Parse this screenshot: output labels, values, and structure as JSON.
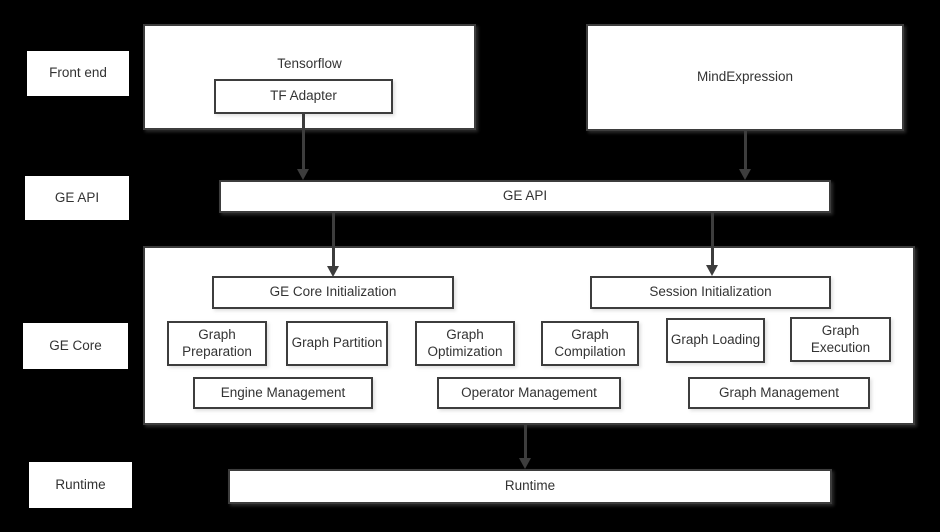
{
  "colors": {
    "bg": "#000000",
    "fill": "#ffffff",
    "border": "#3d3d3d",
    "text": "#333333",
    "arrow": "#3d3d3d"
  },
  "side_labels": {
    "frontend": "Front end",
    "ge_api": "GE API",
    "ge_core": "GE Core",
    "runtime": "Runtime"
  },
  "frontend": {
    "tensorflow_title": "Tensorflow",
    "tf_adapter": "TF Adapter",
    "mindexpression": "MindExpression"
  },
  "api_bar": {
    "label": "GE API"
  },
  "core": {
    "ge_core_init": "GE Core Initialization",
    "session_init": "Session Initialization",
    "stages": [
      "Graph Preparation",
      "Graph Partition",
      "Graph Optimization",
      "Graph Compilation",
      "Graph Loading",
      "Graph Execution"
    ],
    "management": [
      "Engine Management",
      "Operator Management",
      "Graph Management"
    ]
  },
  "runtime_bar": {
    "label": "Runtime"
  }
}
